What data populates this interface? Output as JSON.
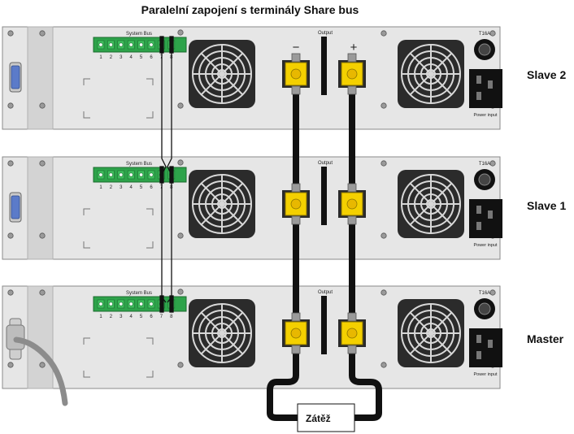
{
  "title": "Paralelní zapojení s terminály Share bus",
  "units": [
    {
      "label": "Slave 2"
    },
    {
      "label": "Slave 1"
    },
    {
      "label": "Master"
    }
  ],
  "system_bus_label": "System Bus",
  "terminal_numbers": [
    "1",
    "2",
    "3",
    "4",
    "5",
    "6",
    "7",
    "8"
  ],
  "output_label": "Output",
  "minus_sign": "−",
  "plus_sign": "+",
  "fuse_label": "T16A",
  "power_input_label": "Power input",
  "load_label": "Zátěž",
  "colors": {
    "panel": "#e6e6e6",
    "panel_border": "#8a8a8a",
    "terminal_green": "#2da34a",
    "output_yellow": "#f4d000",
    "cable": "#111111"
  }
}
